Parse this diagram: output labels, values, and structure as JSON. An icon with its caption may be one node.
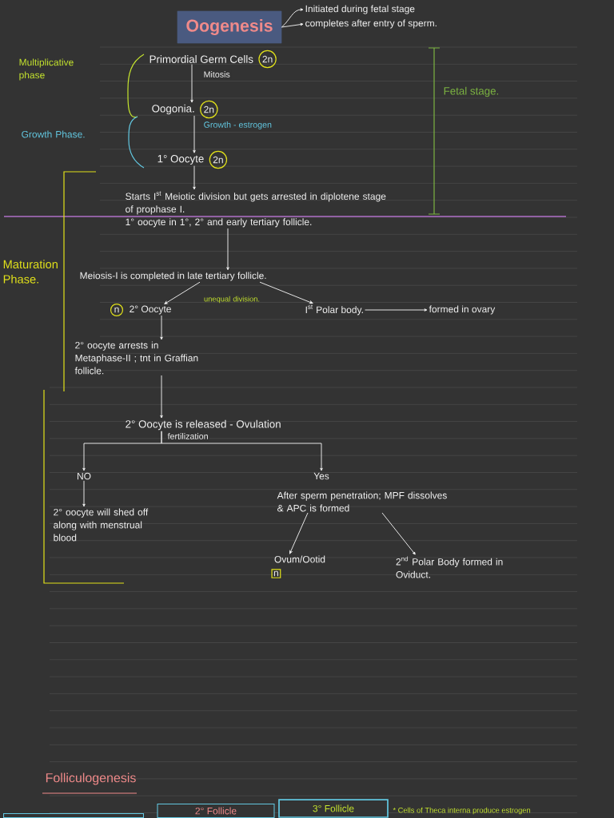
{
  "diagram": {
    "nodes": [
      {
        "text": [
          "Oogenesis"
        ]
      },
      {
        "text": [
          "Initiated during fetal stage"
        ]
      },
      {
        "text": [
          "completes after entry of sperm."
        ]
      },
      {
        "text": [
          "Primordial Germ Cells"
        ],
        "beside": [
          "2n"
        ]
      },
      {
        "text": [
          "Oogonia."
        ],
        "beside": [
          "2n"
        ]
      },
      {
        "text": [
          "1° Oocyte"
        ],
        "beside": [
          "2n"
        ]
      },
      {
        "text": [
          "Starts I$^{st}$ Meiotic division but gets arrested in diplotene stage of prophase I.",
          "1° oocyte in 1°, 2° and early tertiary follicle."
        ]
      },
      {
        "text": [
          "Meiosis-I is completed in late tertiary follicle."
        ]
      },
      {
        "text": [
          "2° Oocyte"
        ],
        "beside": [
          "n"
        ]
      },
      {
        "text": [
          "I$^{st}$ Polar body."
        ]
      },
      {
        "text": [
          "formed in ovary"
        ]
      },
      {
        "text": [
          "2° oocyte arrests in Metaphase-II ; tnt in Graffian follicle."
        ]
      },
      {
        "text": [
          "2° Oocyte is released - Ovulation"
        ]
      },
      {
        "text": [
          "NO"
        ]
      },
      {
        "text": [
          "Yes"
        ]
      },
      {
        "text": [
          "2° oocyte will shed off along with menstrual blood"
        ]
      },
      {
        "text": [
          "After sperm penetration; MPF dissolves & APC is formed"
        ]
      },
      {
        "text": [
          "Ovum/Ootid"
        ],
        "beside": [
          "n"
        ]
      },
      {
        "text": [
          "2$^{nd}$ Polar Body formed in Oviduct."
        ]
      },
      {
        "text": [],
        "shape": "box"
      },
      {
        "text": [
          "2° Follicle"
        ]
      },
      {
        "text": [
          "3° Follicle"
        ],
        "beside": [
          "* Cells of Theca interna produce estrogen"
        ]
      }
    ],
    "edges": [
      {
        "from": 0,
        "to": 1,
        "arrow": "to"
      },
      {
        "from": 0,
        "to": 2,
        "arrow": "to"
      },
      {
        "from": 3,
        "to": 4,
        "arrow": "to",
        "label": "Mitosis"
      },
      {
        "from": 4,
        "to": 5,
        "arrow": "to",
        "label": "Growth - estrogen"
      },
      {
        "from": 5,
        "to": 6,
        "arrow": "to"
      },
      {
        "from": 6,
        "to": 7,
        "arrow": "to"
      },
      {
        "from": 7,
        "to": 8,
        "arrow": "to"
      },
      {
        "from": 7,
        "to": 9,
        "arrow": "to"
      },
      {
        "from": 9,
        "to": 10,
        "arrow": "to"
      },
      {
        "from": 8,
        "to": 11,
        "arrow": "to"
      },
      {
        "from": 11,
        "to": 12,
        "arrow": "to"
      },
      {
        "from": 12,
        "to": 13,
        "arrow": "to"
      },
      {
        "from": 12,
        "to": 14,
        "arrow": "to",
        "label": "fertilization"
      },
      {
        "from": 13,
        "to": 15,
        "arrow": "to"
      },
      {
        "from": 16,
        "to": 17,
        "arrow": "to"
      },
      {
        "from": 16,
        "to": 18,
        "arrow": "to"
      }
    ],
    "labels": [
      "Multiplicative phase",
      "Growth Phase.",
      "Fetal stage.",
      "Maturation Phase.",
      "unequal division.",
      "Folliculogenesis"
    ]
  }
}
